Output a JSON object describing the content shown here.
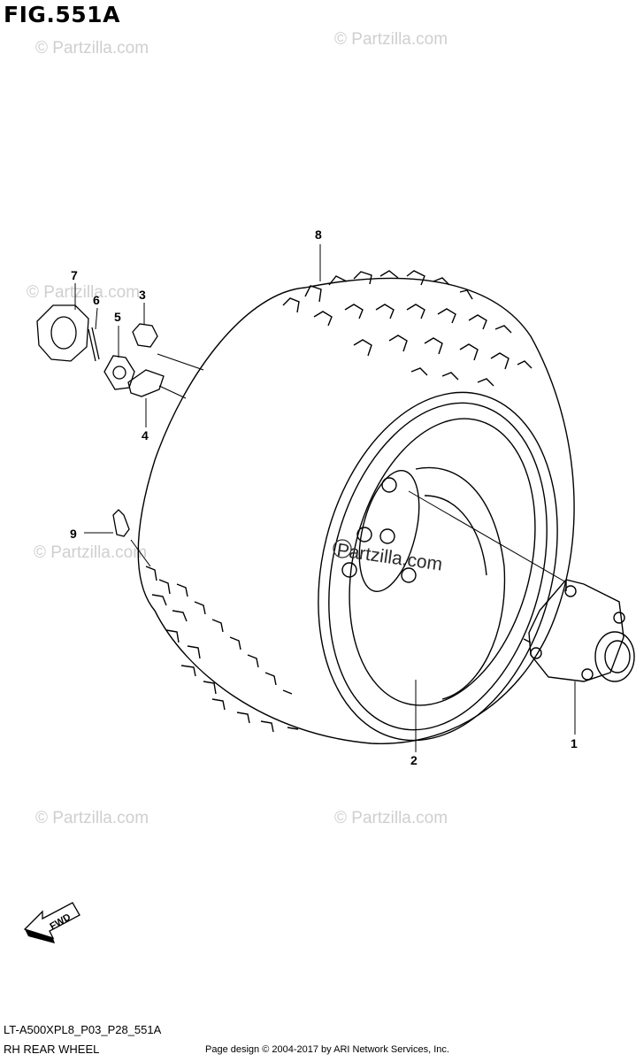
{
  "figure": {
    "title": "FIG.551A"
  },
  "callouts": [
    "1",
    "2",
    "3",
    "4",
    "5",
    "6",
    "7",
    "8",
    "9"
  ],
  "watermarks": {
    "small": "© Partzilla.com",
    "main": "Partzilla.com"
  },
  "direction": {
    "label": "FWD"
  },
  "footer": {
    "code": "LT-A500XPL8_P03_P28_551A",
    "name": "RH REAR WHEEL",
    "copyright": "Page design © 2004-2017 by ARI Network Services, Inc."
  }
}
